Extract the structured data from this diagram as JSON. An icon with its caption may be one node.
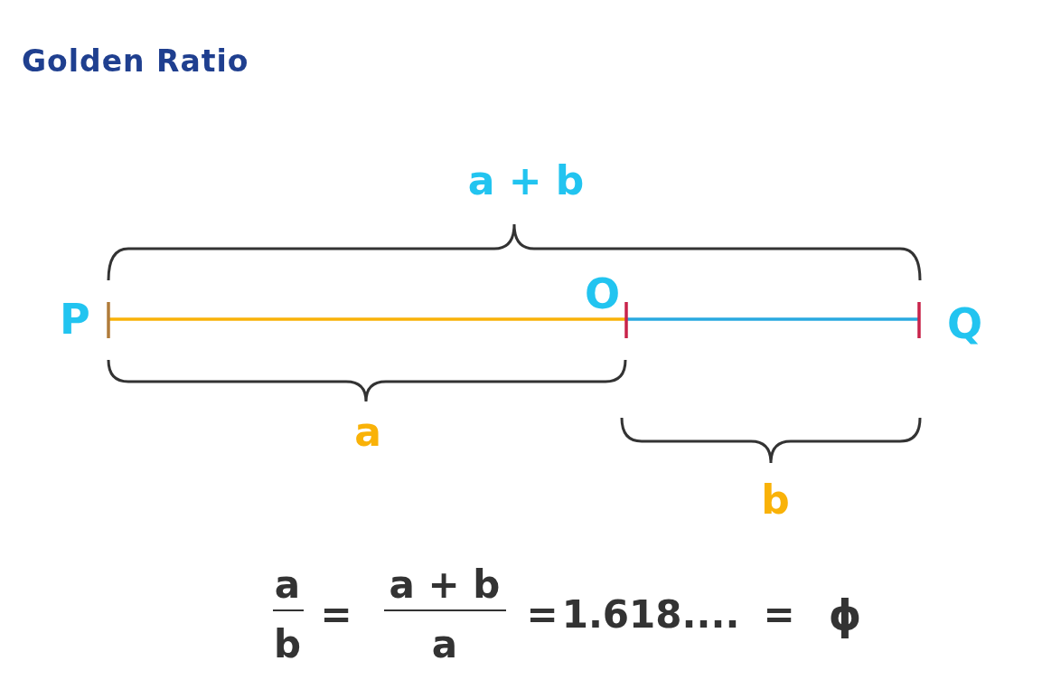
{
  "diagram": {
    "title": "Golden Ratio",
    "nodes": [
      {
        "text": [
          "P"
        ]
      },
      {
        "text": [
          "O"
        ]
      },
      {
        "text": [
          "Q"
        ]
      }
    ],
    "edges": [
      {
        "from": 0,
        "to": 1,
        "arrow": "none",
        "color": "#f9b208"
      },
      {
        "from": 1,
        "to": 2,
        "arrow": "none",
        "color": "#29a9e0"
      }
    ],
    "labels": [
      "a + b",
      "a",
      "b",
      "a",
      "b",
      "=",
      "a + b",
      "a",
      "=",
      "1.618....",
      "=",
      "ϕ"
    ]
  }
}
